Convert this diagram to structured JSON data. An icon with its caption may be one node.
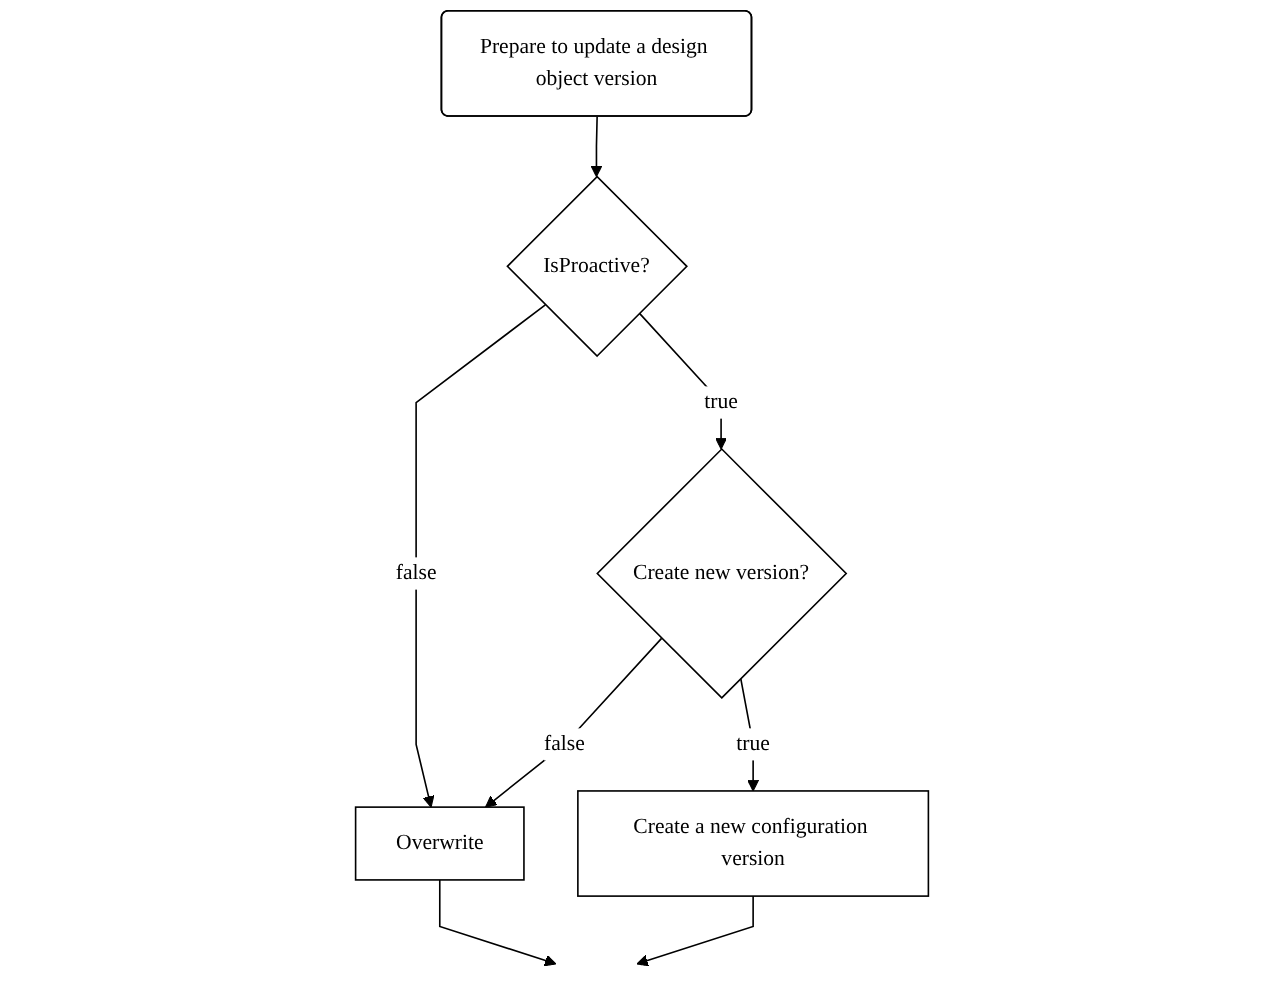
{
  "diagram": {
    "nodes": [
      {
        "text": [
          "Prepare to update a design object version"
        ]
      },
      {
        "text": [
          "IsProactive?"
        ]
      },
      {
        "text": [
          "Create new version?"
        ]
      },
      {
        "text": [
          "Overwrite"
        ]
      },
      {
        "text": [
          "Create a new configuration version"
        ]
      }
    ],
    "edges": [
      {
        "from": 0,
        "to": 1,
        "arrow": "to"
      },
      {
        "from": 1,
        "to": 2,
        "arrow": "to",
        "label": "true"
      },
      {
        "from": 1,
        "to": 3,
        "arrow": "to",
        "label": "false"
      },
      {
        "from": 2,
        "to": 3,
        "arrow": "to",
        "label": "false"
      },
      {
        "from": 2,
        "to": 4,
        "arrow": "to",
        "label": "true"
      },
      {
        "from": 3,
        "to": null,
        "arrow": "to"
      },
      {
        "from": 4,
        "to": null,
        "arrow": "to"
      }
    ]
  }
}
